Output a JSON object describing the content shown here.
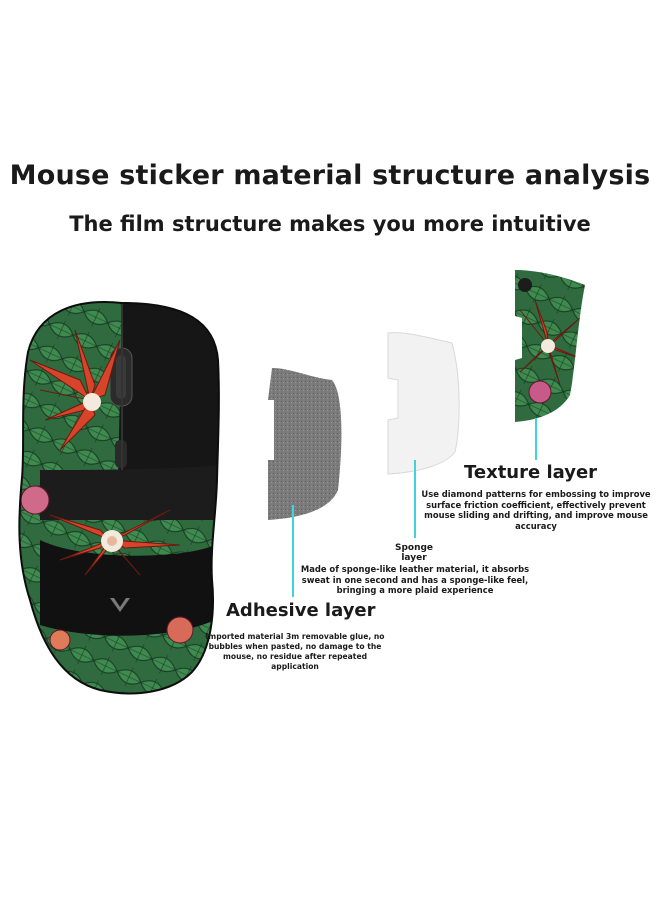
{
  "header": {
    "title": "Mouse sticker material structure analysis",
    "subtitle": "The film structure makes you more intuitive"
  },
  "layers": {
    "texture": {
      "title": "Texture layer",
      "description": "Use diamond patterns for embossing to improve surface friction coefficient, effectively prevent mouse sliding and drifting, and improve mouse accuracy"
    },
    "sponge": {
      "title": "Sponge layer",
      "description": "Made of sponge-like leather material, it absorbs sweat in one second and has a sponge-like feel, bringing a more plaid experience"
    },
    "adhesive": {
      "title": "Adhesive layer",
      "description": "Imported material 3m removable glue, no bubbles when pasted, no damage to the mouse, no residue after repeated application"
    }
  },
  "colors": {
    "leader_line": "#3fd3df",
    "adhesive_film": "#7b7b7b",
    "sponge_film": "#f2f2f2",
    "mouse_body": "#161616",
    "sticker_green": "#2f6b3f",
    "sticker_red": "#d8442a"
  },
  "icons": {
    "mouse_graphic": "mouse-with-floral-sticker",
    "brand_mark": "v-logo-icon"
  }
}
